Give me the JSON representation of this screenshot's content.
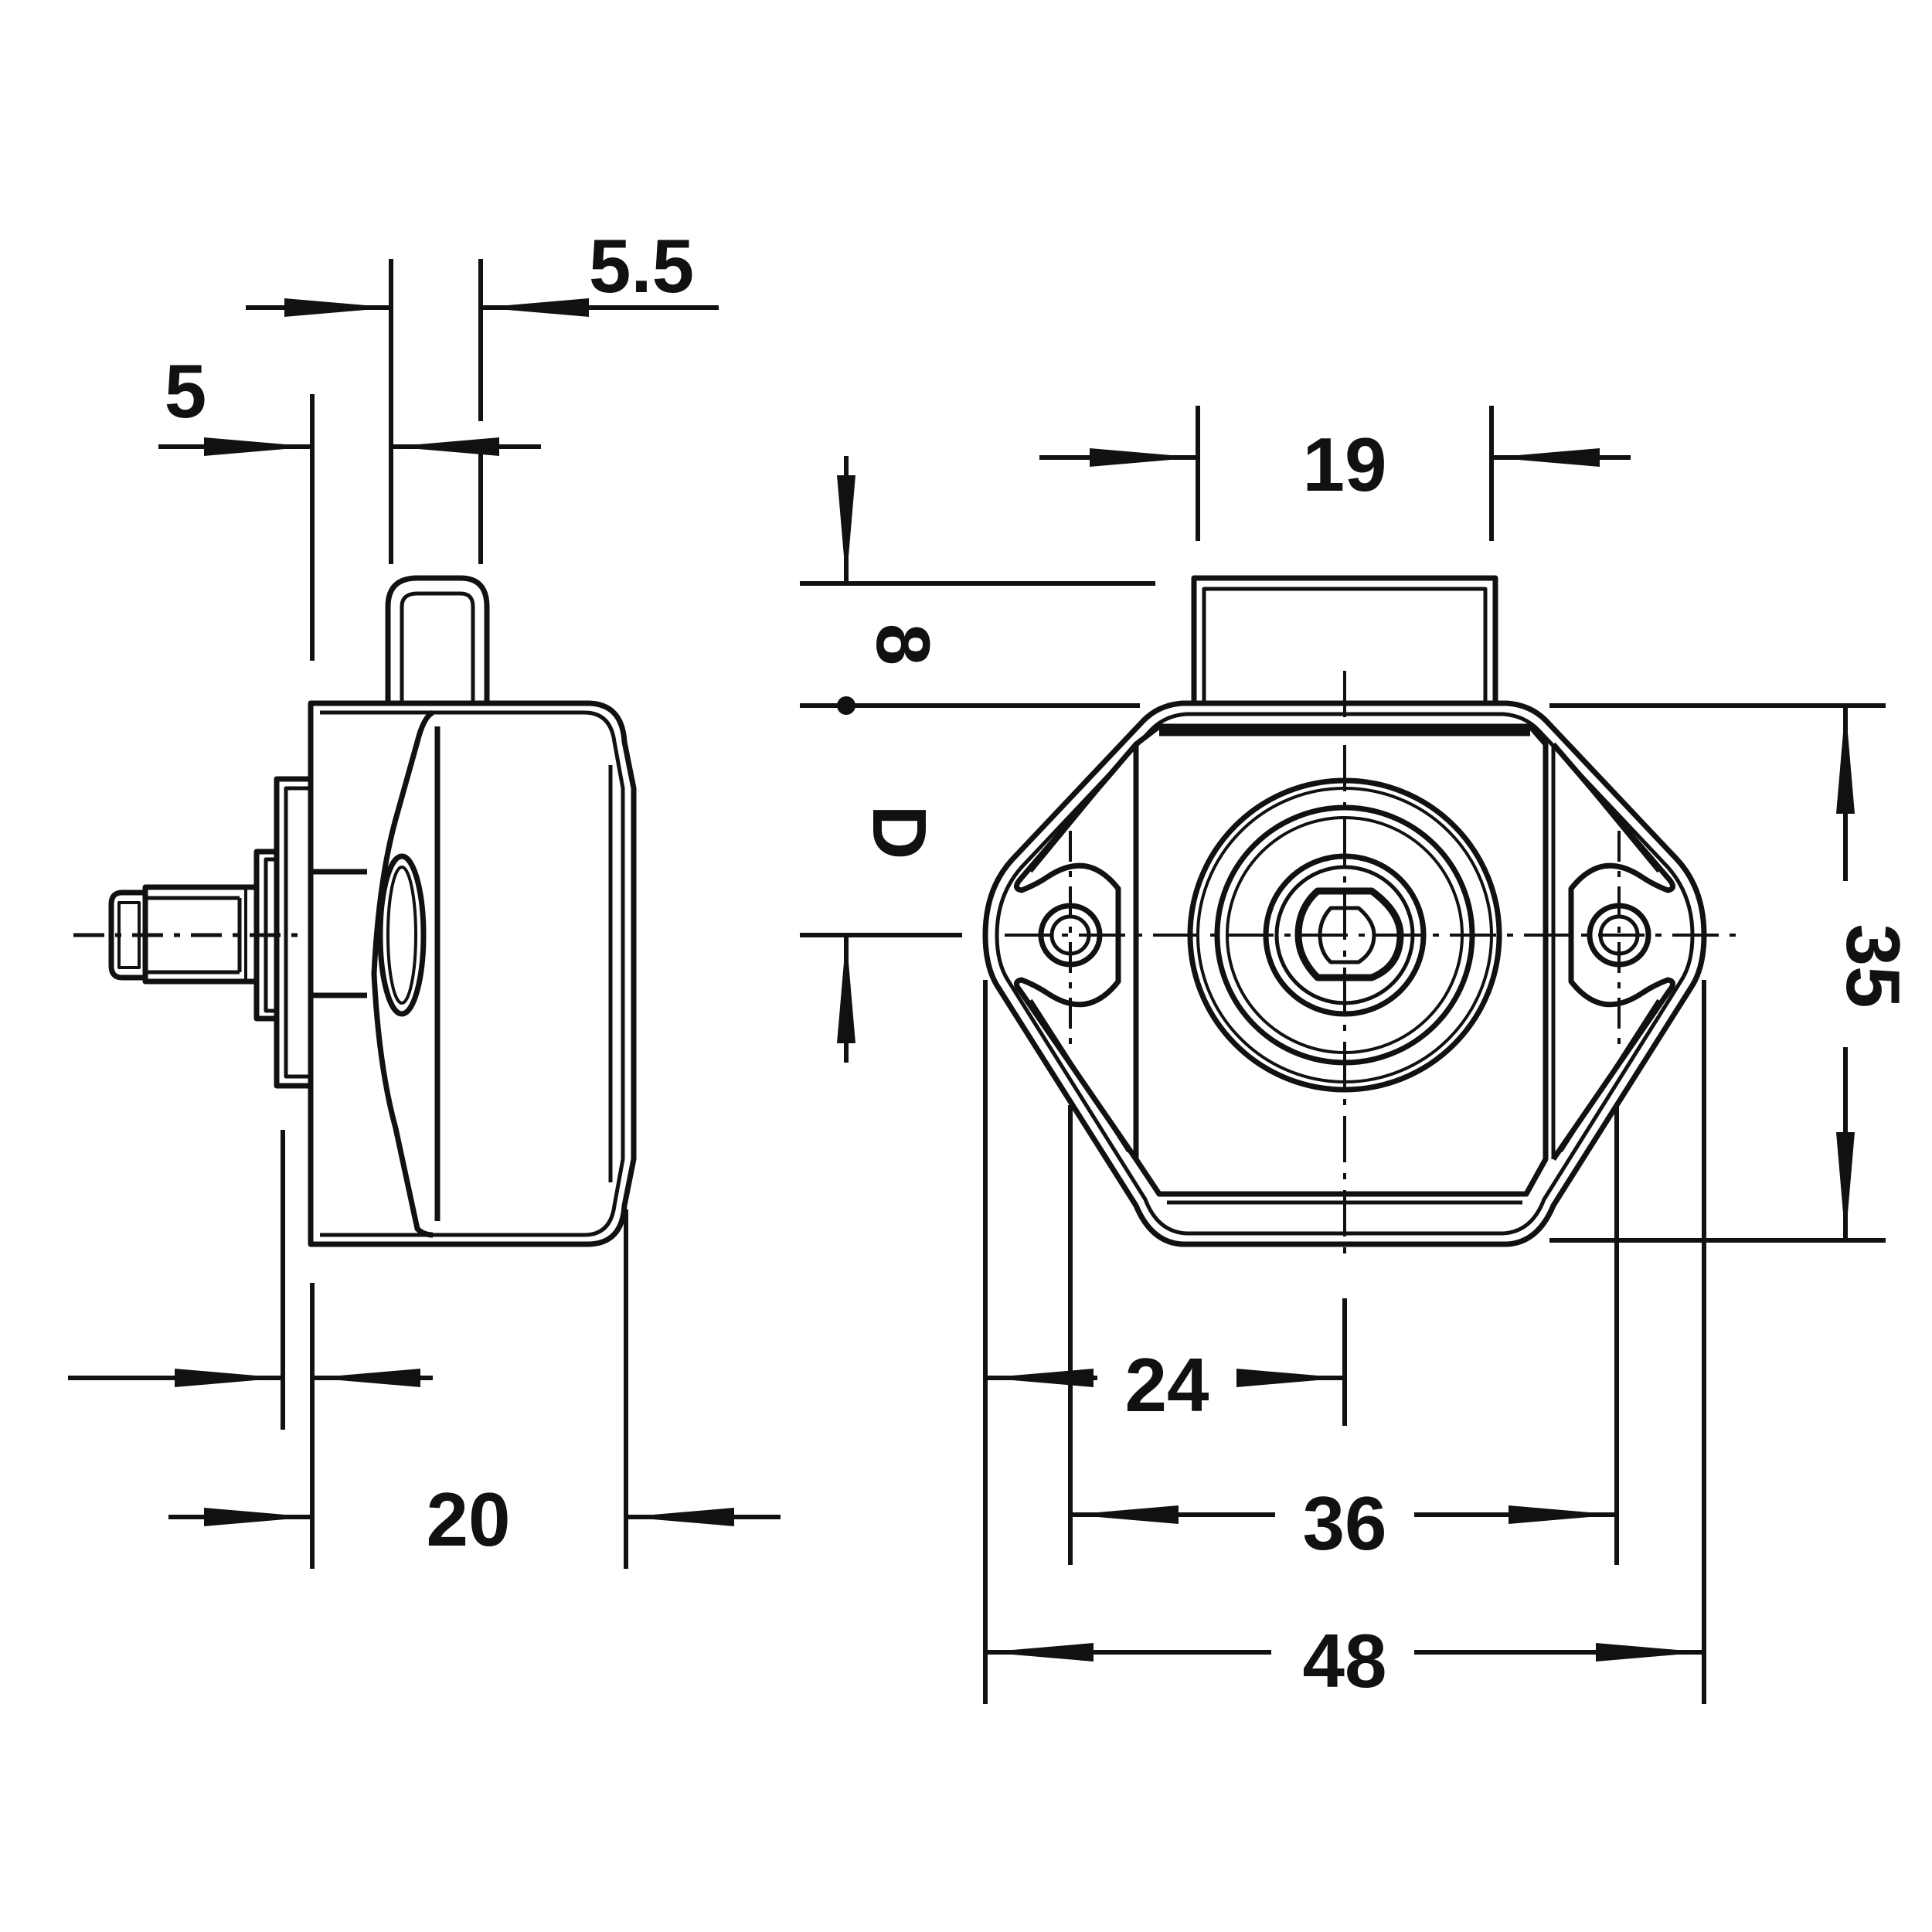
{
  "drawing": {
    "dimensions": {
      "side_view": {
        "offset_5": "5",
        "offset_5_5": "5.5",
        "depth_20": "20"
      },
      "front_view": {
        "width_19": "19",
        "height_8": "8",
        "height_35": "35",
        "spacing_24": "24",
        "spacing_36": "36",
        "width_48": "48",
        "diameter_D": "D"
      }
    },
    "colors": {
      "ink": "#111111",
      "paper": "#ffffff"
    }
  }
}
